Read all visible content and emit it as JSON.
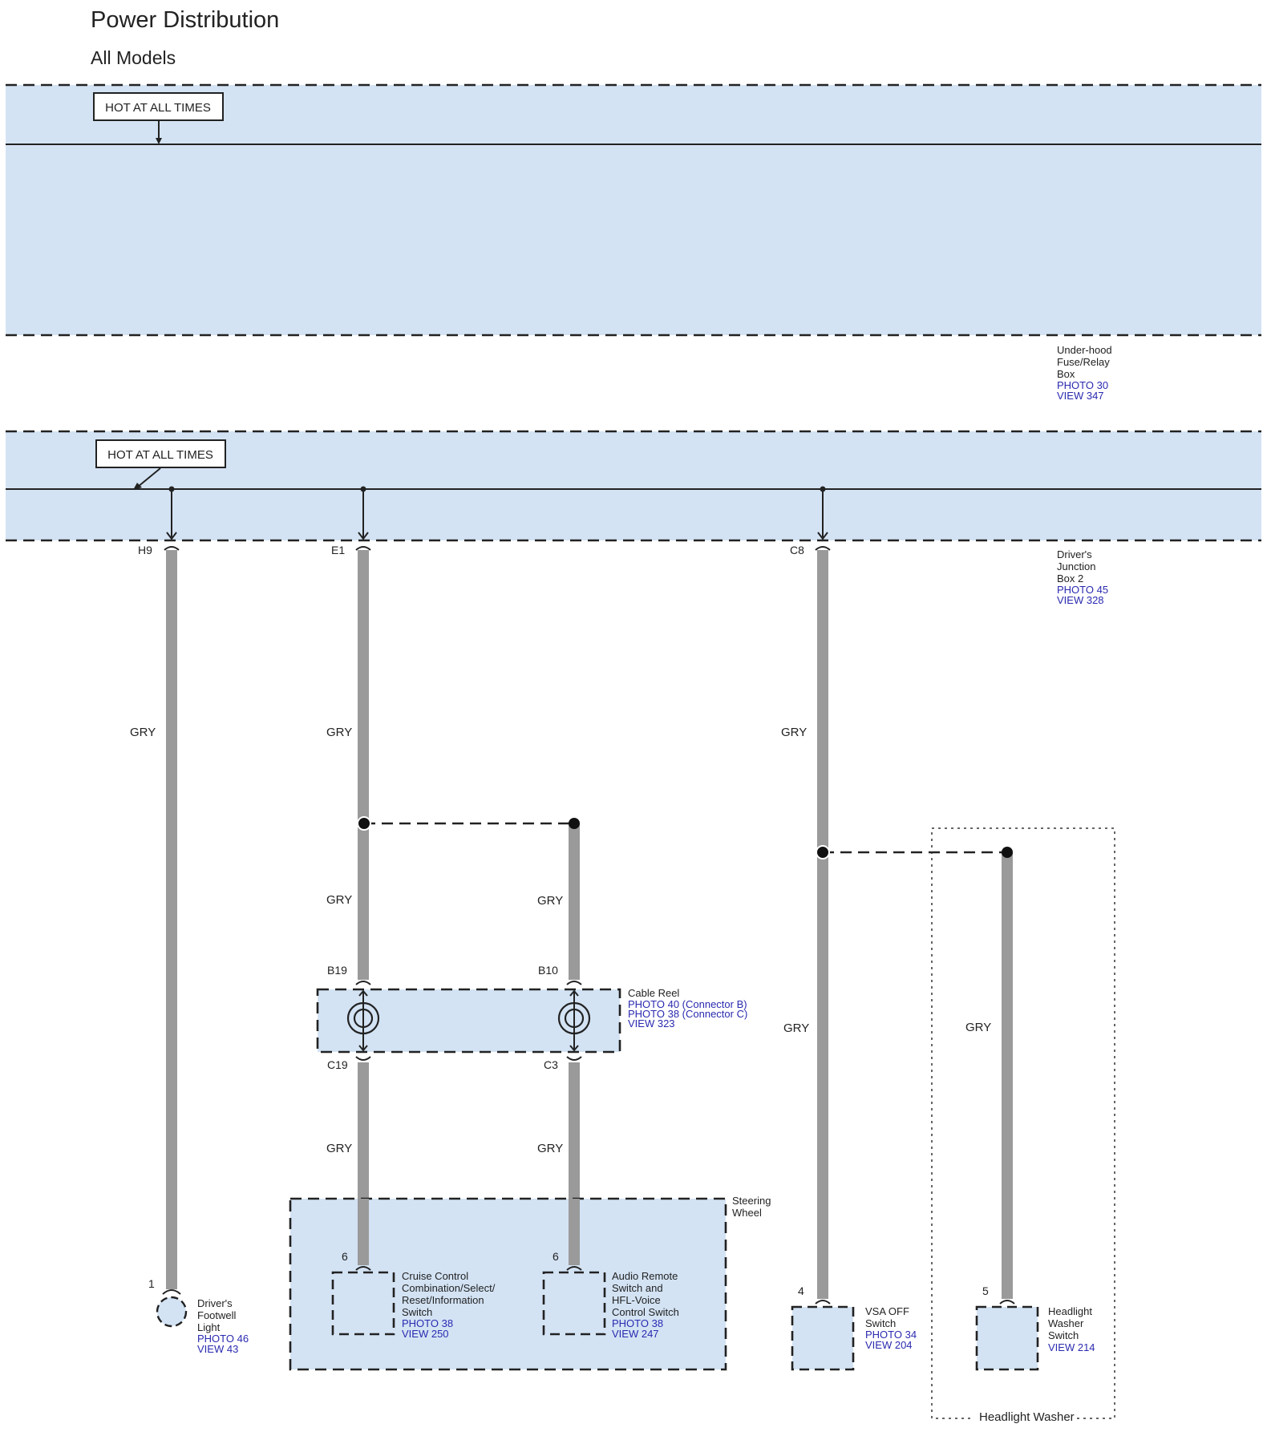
{
  "title": "Power Distribution",
  "subtitle": "All Models",
  "hot_label_1": "HOT AT ALL TIMES",
  "hot_label_2": "HOT AT ALL TIMES",
  "underhood_box": {
    "lines": [
      "Under-hood",
      "Fuse/Relay",
      "Box"
    ],
    "photo": "PHOTO 30",
    "view": "VIEW 347"
  },
  "junction_box": {
    "lines": [
      "Driver's",
      "Junction",
      "Box 2"
    ],
    "photo": "PHOTO 45",
    "view": "VIEW 328"
  },
  "pins": {
    "h9": "H9",
    "e1": "E1",
    "c8": "C8",
    "b19": "B19",
    "b10": "B10",
    "c19": "C19",
    "c3": "C3",
    "footwell": "1",
    "cruise": "6",
    "audio": "6",
    "vsa": "4",
    "washer": "5"
  },
  "wire_color": "GRY",
  "cable_reel": {
    "name": "Cable Reel",
    "photo_b": "PHOTO 40 (Connector B)",
    "photo_c": "PHOTO 38 (Connector C)",
    "view": "VIEW 323"
  },
  "steering_wheel": [
    "Steering",
    "Wheel"
  ],
  "footwell_light": {
    "lines": [
      "Driver's",
      "Footwell",
      "Light"
    ],
    "photo": "PHOTO 46",
    "view": "VIEW 43"
  },
  "cruise_switch": {
    "lines": [
      "Cruise Control",
      "Combination/Select/",
      "Reset/Information",
      "Switch"
    ],
    "photo": "PHOTO 38",
    "view": "VIEW 250"
  },
  "audio_switch": {
    "lines": [
      "Audio Remote",
      "Switch and",
      "HFL-Voice",
      "Control Switch"
    ],
    "photo": "PHOTO 38",
    "view": "VIEW 247"
  },
  "vsa_switch": {
    "lines": [
      "VSA OFF",
      "Switch"
    ],
    "photo": "PHOTO 34",
    "view": "VIEW 204"
  },
  "washer_switch": {
    "lines": [
      "Headlight",
      "Washer",
      "Switch"
    ],
    "view": "VIEW 214"
  },
  "headlight_washer_group": "Headlight Washer",
  "colors": {
    "box_fill": "#d3e3f4",
    "wire": "#9a9a9a",
    "reference_text": "#2a2ab0",
    "line": "#222222"
  }
}
